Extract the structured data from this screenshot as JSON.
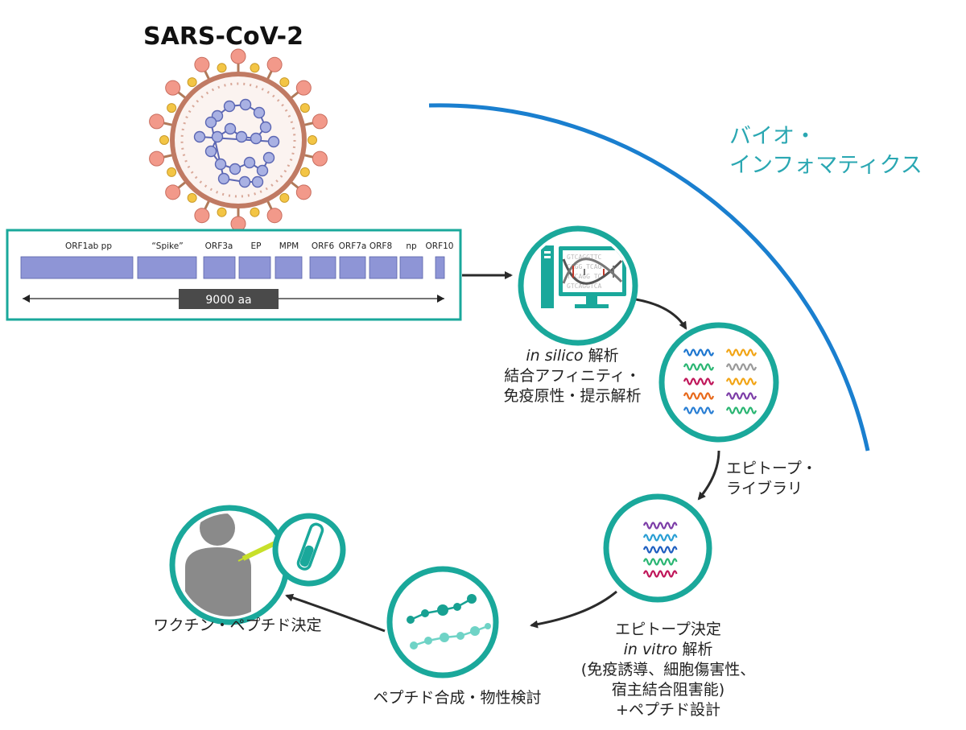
{
  "title": "SARS-CoV-2",
  "bioinformatics": {
    "line1": "バイオ・",
    "line2": "インフォマティクス"
  },
  "genome": {
    "orfs": [
      "ORF1ab pp",
      "“Spike”",
      "ORF3a",
      "EP",
      "MPM",
      "ORF6",
      "ORF7a",
      "ORF8",
      "np",
      "ORF10"
    ],
    "length_label": "9000 aa"
  },
  "steps": {
    "in_silico": {
      "italic": "in silico",
      "suffix": " 解析",
      "line2": "結合アフィニティ・",
      "line3": "免疫原性・提示解析"
    },
    "library": {
      "line1": "エピトープ・",
      "line2": "ライブラリ"
    },
    "epitope": {
      "line1": "エピトープ決定",
      "italic": "in vitro",
      "suffix": " 解析",
      "line3": "(免疫誘導、細胞傷害性、",
      "line4": "宿主結合阻害能)",
      "line5": "+ペプチド設計"
    },
    "synthesis": {
      "line1": "ペプチド合成・物性検討"
    },
    "vaccine": {
      "line1": "ワクチン・ペプチド決定"
    }
  },
  "colors": {
    "teal": "#1aa89b",
    "arc_blue": "#1a7fcf",
    "segment": "#8e95d6",
    "dark_bar": "#4a4a4a"
  }
}
